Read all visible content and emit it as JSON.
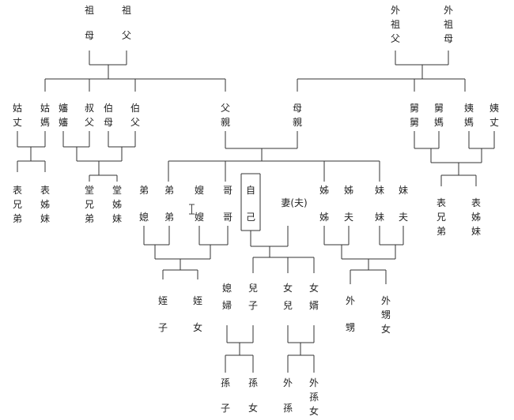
{
  "grandparents": {
    "paternal_grandmother": [
      "祖",
      "母"
    ],
    "paternal_grandfather": [
      "祖",
      "父"
    ],
    "maternal_grandfather": [
      "外",
      "祖",
      "父"
    ],
    "maternal_grandmother": [
      "外",
      "祖",
      "母"
    ]
  },
  "paternal_aunts_uncles": {
    "guzhang": [
      "姑",
      "丈"
    ],
    "gumama": [
      "姑",
      "媽"
    ],
    "shenshen": [
      "嬸",
      "嬸"
    ],
    "shufu": [
      "叔",
      "父"
    ],
    "bomu": [
      "伯",
      "母"
    ],
    "bofu": [
      "伯",
      "父"
    ]
  },
  "parents": {
    "father": [
      "父",
      "親"
    ],
    "mother": [
      "母",
      "親"
    ]
  },
  "maternal_aunts_uncles": {
    "jiujiu": [
      "舅",
      "舅"
    ],
    "jiuma": [
      "舅",
      "媽"
    ],
    "yima": [
      "姨",
      "媽"
    ],
    "yizhang": [
      "姨",
      "丈"
    ]
  },
  "cousins_paternal_aunt": {
    "biao_xiongdi": [
      "表",
      "兄",
      "弟"
    ],
    "biao_zimei": [
      "表",
      "姊",
      "妹"
    ]
  },
  "cousins_paternal_uncle": {
    "tang_xiongdi": [
      "堂",
      "兄",
      "弟"
    ],
    "tang_zimei": [
      "堂",
      "姊",
      "妹"
    ]
  },
  "cousins_maternal": {
    "biao_xiongdi": [
      "表",
      "兄",
      "弟"
    ],
    "biao_zimei": [
      "表",
      "姊",
      "妹"
    ]
  },
  "siblings": {
    "younger_brother": "弟",
    "younger_brother_wife": "媳",
    "younger_brother_2": "弟",
    "younger_brother_2_label": "弟",
    "elder_brother_wife": "嫂",
    "elder_brother_wife_2": "嫂",
    "elder_brother": "哥",
    "elder_brother_2": "哥",
    "self_top": "自",
    "self_bottom": "己",
    "spouse": "妻(夫)",
    "elder_sister": "姊",
    "elder_sister_2": "姊",
    "elder_sister_husband_top": "姊",
    "elder_sister_husband": "夫",
    "younger_sister": "妹",
    "younger_sister_2": "妹",
    "younger_sister_husband_top": "妹",
    "younger_sister_husband": "夫"
  },
  "nephews": {
    "zhizi": [
      "姪",
      "子"
    ],
    "zhinv": [
      "姪",
      "女"
    ]
  },
  "children": {
    "daughter_in_law": [
      "媳",
      "婦"
    ],
    "son": [
      "兒",
      "子"
    ],
    "daughter": [
      "女",
      "兒"
    ],
    "son_in_law": [
      "女",
      "婿"
    ]
  },
  "sisters_children": {
    "waisheng": [
      "外",
      "甥"
    ],
    "waishengnv": [
      "外",
      "甥",
      "女"
    ]
  },
  "grandchildren": {
    "sunzi": [
      "孫",
      "子"
    ],
    "sunnv": [
      "孫",
      "女"
    ],
    "waisun": [
      "外",
      "孫"
    ],
    "waisunnv": [
      "外",
      "孫",
      "女"
    ]
  },
  "colors": {
    "line": "#333333",
    "text": "#222222",
    "background": "#ffffff"
  }
}
